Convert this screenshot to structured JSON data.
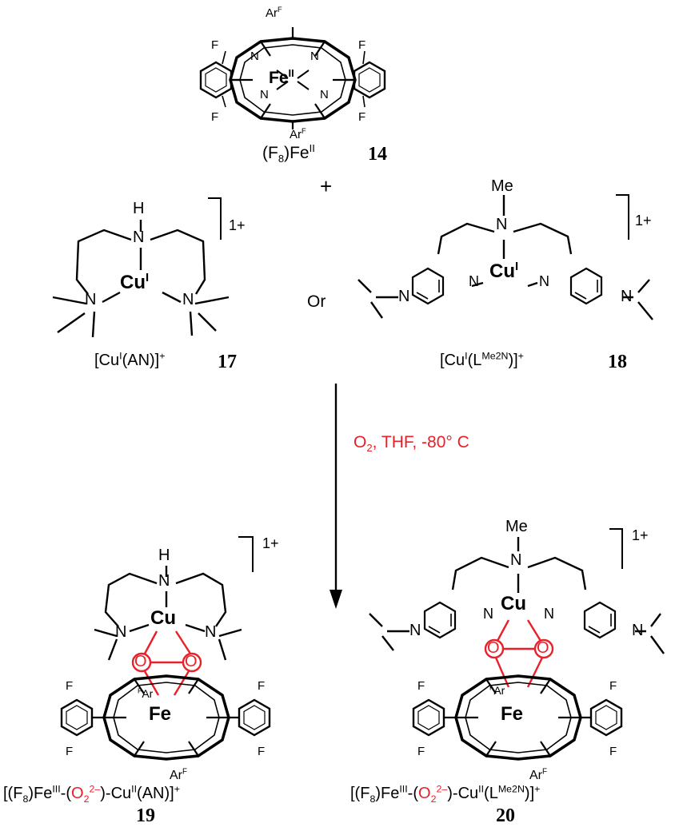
{
  "reactant_fe": {
    "label_main": "(F",
    "label_sub": "8",
    "label_tail": ")Fe",
    "label_sup": "II",
    "number": "14",
    "atoms": {
      "fe": "Fe",
      "fe_ox": "II",
      "n": "N",
      "ar": "Ar",
      "ar_sup": "F",
      "f": "F"
    }
  },
  "plus_sign": "+",
  "or_word": "Or",
  "reactant_cu_an": {
    "label_pre": "[Cu",
    "label_sup": "I",
    "label_mid": "(AN)]",
    "label_charge": "+",
    "number": "17",
    "charge": "1+",
    "atoms": {
      "h": "H",
      "n": "N",
      "cu": "Cu",
      "cu_ox": "I"
    }
  },
  "reactant_cu_lme2n": {
    "label_pre": "[Cu",
    "label_sup": "I",
    "label_mid": "(L",
    "label_sup2": "Me2N",
    "label_end": ")]",
    "label_charge": "+",
    "number": "18",
    "charge": "1+",
    "atoms": {
      "me": "Me",
      "n": "N",
      "cu": "Cu",
      "cu_ox": "I"
    }
  },
  "conditions": {
    "o2": "O",
    "o2_sub": "2",
    "rest": ",  THF, -80° C"
  },
  "product_an": {
    "label_a": "[(F",
    "label_a_sub": "8",
    "label_b": ")Fe",
    "label_b_sup": "III",
    "label_c": "-(",
    "peroxo": "O",
    "peroxo_sub": "2",
    "peroxo_sup": "2–",
    "label_d": ")-Cu",
    "label_d_sup": "II",
    "label_e": "(AN)]",
    "label_charge": "+",
    "number": "19",
    "charge": "1+",
    "atoms": {
      "h": "H",
      "n": "N",
      "cu": "Cu",
      "o": "O",
      "fe": "Fe",
      "f": "F",
      "ar": "Ar",
      "ar_sup": "F"
    }
  },
  "product_lme2n": {
    "label_a": "[(F",
    "label_a_sub": "8",
    "label_b": ")Fe",
    "label_b_sup": "III",
    "label_c": "-(",
    "peroxo": "O",
    "peroxo_sub": "2",
    "peroxo_sup": "2–",
    "label_d": ")-Cu",
    "label_d_sup": "II",
    "label_e": "(L",
    "label_e_sup": "Me2N",
    "label_f": ")]",
    "label_charge": "+",
    "number": "20",
    "charge": "1+",
    "atoms": {
      "me": "Me",
      "n": "N",
      "cu": "Cu",
      "o": "O",
      "fe": "Fe",
      "f": "F",
      "ar": "Ar",
      "ar_sup": "F"
    }
  },
  "colors": {
    "ink": "#000000",
    "peroxo": "#e8202a"
  }
}
